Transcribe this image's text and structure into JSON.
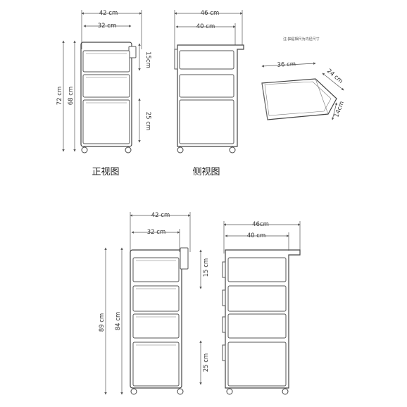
{
  "top_front": {
    "dim_width_outer": "42 cm",
    "dim_width_inner": "32 cm",
    "dim_height_outer": "72 cm",
    "dim_height_inner": "68 cm",
    "dim_drawer_small": "15cm",
    "dim_drawer_large": "25 cm",
    "caption": "正视图"
  },
  "top_side": {
    "dim_depth_outer": "46 cm",
    "dim_depth_inner": "40 cm",
    "caption": "侧视图"
  },
  "drawer_detail": {
    "note": "注:抽屉相尺为内径尺寸",
    "dim_length": "36 cm",
    "dim_width": "24 cm",
    "dim_height": "14cm"
  },
  "bottom_front": {
    "dim_width_outer": "42 cm",
    "dim_width_inner": "32 cm",
    "dim_height_outer": "89 cm",
    "dim_height_inner": "84 cm",
    "dim_drawer_small": "15 cm",
    "dim_drawer_large": "25 cm"
  },
  "bottom_side": {
    "dim_depth_outer": "46cm",
    "dim_depth_inner": "40 cm"
  }
}
